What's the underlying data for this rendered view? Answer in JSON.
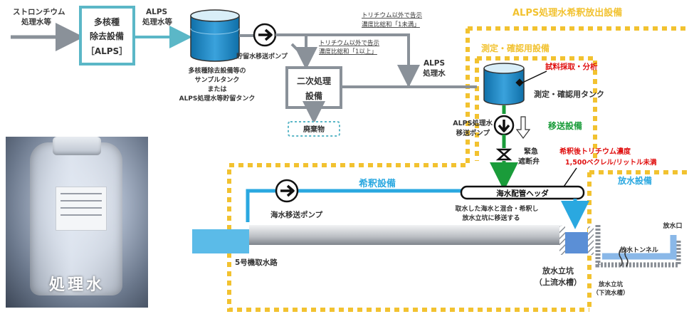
{
  "labels": {
    "strontium_water": [
      "ストロンチウム",
      "処理水等"
    ],
    "alps_box": [
      "多核種",
      "除去設備",
      "［ALPS］"
    ],
    "alps_treated_top": [
      "ALPS",
      "処理水等"
    ],
    "sample_tank": [
      "多核種除去設備等の",
      "サンプルタンク",
      "または",
      "ALPS処理水等貯留タンク"
    ],
    "storage_pump": "貯留水移送ポンプ",
    "ratio_ge1": [
      "トリチウム以外で告示",
      "濃度比総和「1以上」"
    ],
    "ratio_lt1": [
      "トリチウム以外で告示",
      "濃度比総和「1未満」"
    ],
    "secondary_box": [
      "二次処理",
      "設備"
    ],
    "waste": "廃棄物",
    "alps_treated_mid": [
      "ALPS",
      "処理水"
    ],
    "facility_title": "ALPS処理水希釈放出設備",
    "measure_facility": "測定・確認用設備",
    "sampling": "試料採取・分析",
    "measure_tank": "測定・確認用タンク",
    "alps_pump": [
      "ALPS処理水",
      "移送ポンプ"
    ],
    "transfer_facility": "移送設備",
    "emergency_valve": [
      "緊急",
      "遮断弁"
    ],
    "tritium_after": [
      "希釈後トリチウム濃度",
      "1,500ベクレル/リットル未満"
    ],
    "dilution_facility": "希釈設備",
    "header_pipe": "海水配管ヘッダ",
    "seawater_pump": "海水移送ポンプ",
    "mixing_note": [
      "取水した海水と混合・希釈し",
      "放水立坑に移送する"
    ],
    "intake": "5号機取水路",
    "upstream_shaft": [
      "放水立坑",
      "（上流水槽）"
    ],
    "discharge_facility": "放水設備",
    "tunnel": "放水トンネル",
    "outlet": "放水口",
    "downstream_shaft": [
      "放水立坑",
      "（下流水槽）"
    ],
    "photo_caption": "処理水"
  },
  "colors": {
    "box_border": "#5bb7c7",
    "pipe_gray": "#8a9199",
    "alps_blue": "#2aa8e0",
    "green": "#1a9c3a",
    "red": "#e01010",
    "yellow": "#f2c230",
    "gray_concrete": "#9a9ea3",
    "tank_fill": "#1e88c8"
  },
  "icons": [
    "pump-icon",
    "valve-icon",
    "down-arrow-icon",
    "photo-bottle"
  ]
}
